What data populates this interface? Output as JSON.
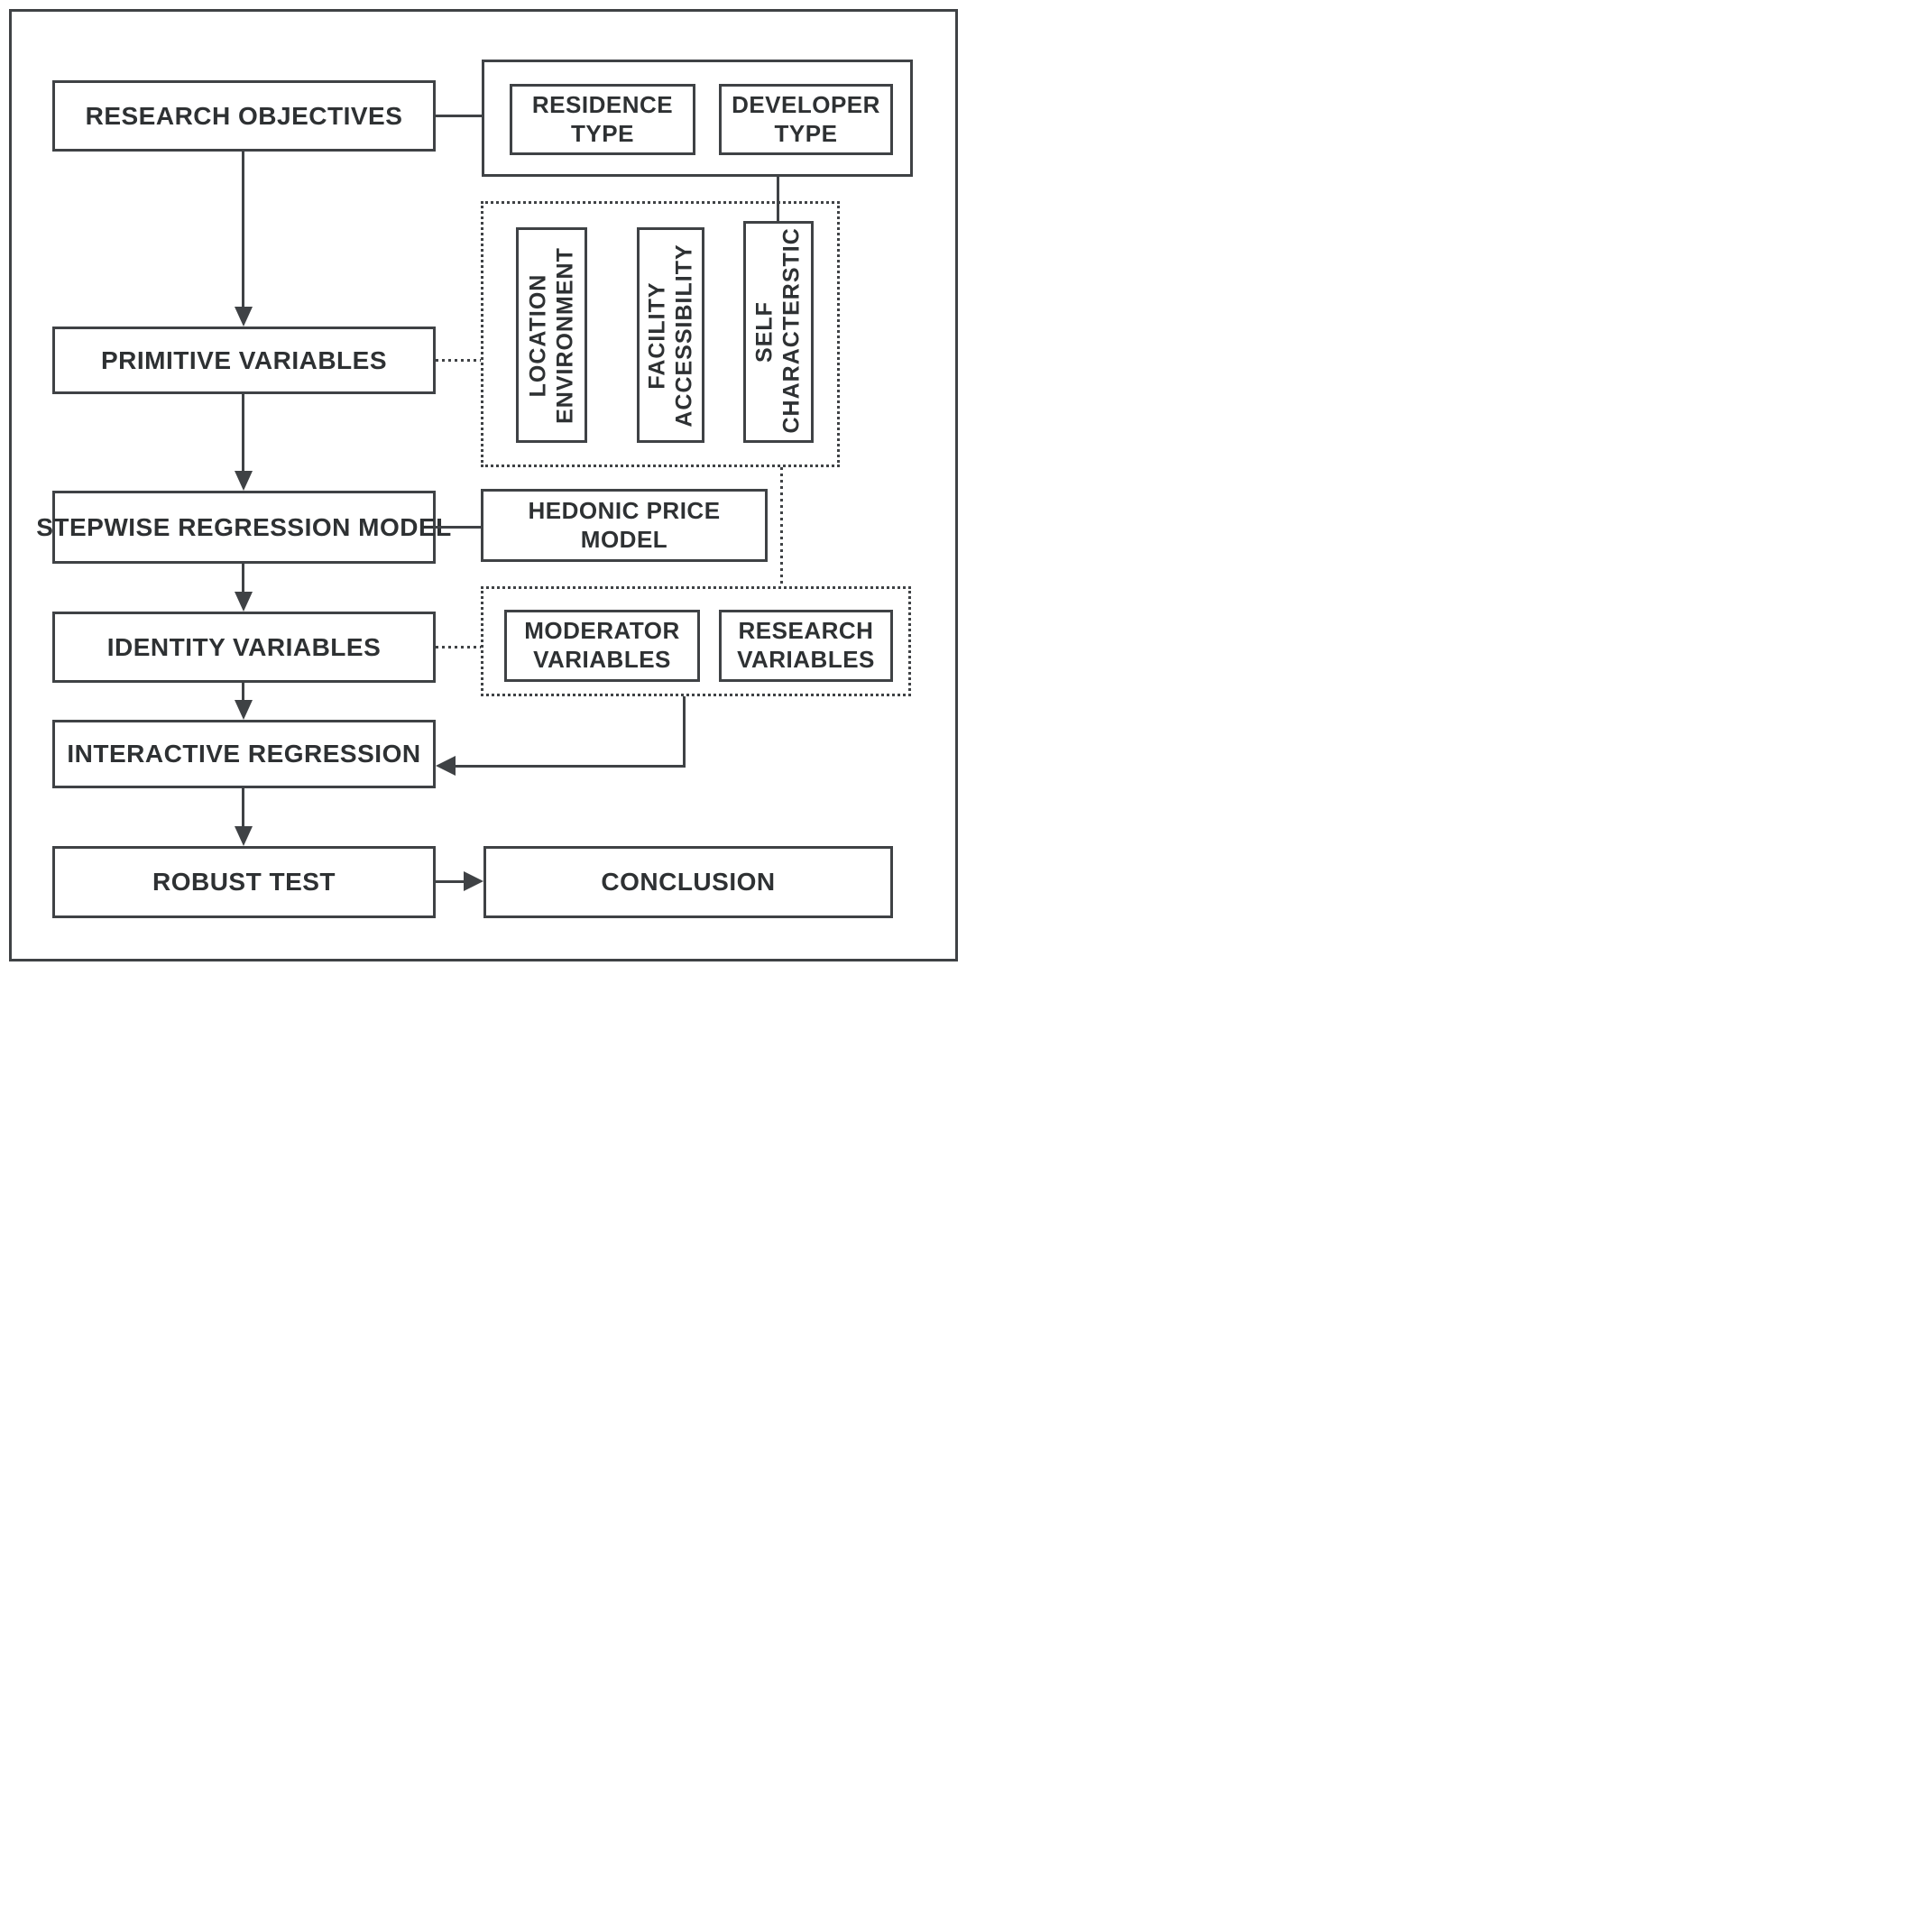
{
  "meta": {
    "background_color": "#ffffff",
    "stroke_color": "#3f4245",
    "text_color": "#2e3133"
  },
  "nodes": {
    "research_objectives": {
      "label": "RESEARCH OBJECTIVES"
    },
    "residence_type": {
      "label": "RESIDENCE TYPE"
    },
    "developer_type": {
      "label": "DEVELOPER TYPE"
    },
    "location_environment": {
      "label": "LOCATION ENVIRONMENT"
    },
    "facility_accessibility": {
      "label": "FACILITY ACCESSIBILITY"
    },
    "self_characterstic": {
      "label": "SELF CHARACTERSTIC"
    },
    "primitive_variables": {
      "label": "PRIMITIVE VARIABLES"
    },
    "stepwise_regression_model": {
      "label": "STEPWISE REGRESSION MODEL"
    },
    "hedonic_price_model": {
      "label": "HEDONIC PRICE MODEL"
    },
    "identity_variables": {
      "label": "IDENTITY VARIABLES"
    },
    "moderator_variables": {
      "label": "MODERATOR VARIABLES"
    },
    "research_variables": {
      "label": "RESEARCH VARIABLES"
    },
    "interactive_regression": {
      "label": "INTERACTIVE REGRESSION"
    },
    "robust_test": {
      "label": "ROBUST TEST"
    },
    "conclusion": {
      "label": "CONCLUSION"
    }
  },
  "edges": [
    {
      "from": "research_objectives",
      "to": "type-group",
      "style": "solid",
      "arrow": false
    },
    {
      "from": "type-group",
      "to": "self_characterstic",
      "style": "solid",
      "arrow": false
    },
    {
      "from": "research_objectives",
      "to": "primitive_variables",
      "style": "solid",
      "arrow": true
    },
    {
      "from": "primitive_variables",
      "to": "characteristics-group",
      "style": "dotted",
      "arrow": false
    },
    {
      "from": "primitive_variables",
      "to": "stepwise_regression_model",
      "style": "solid",
      "arrow": true
    },
    {
      "from": "stepwise_regression_model",
      "to": "hedonic_price_model",
      "style": "solid",
      "arrow": false
    },
    {
      "from": "characteristics-group",
      "to": "variables-group",
      "style": "dotted",
      "arrow": false
    },
    {
      "from": "stepwise_regression_model",
      "to": "identity_variables",
      "style": "solid",
      "arrow": true
    },
    {
      "from": "identity_variables",
      "to": "variables-group",
      "style": "dotted",
      "arrow": false
    },
    {
      "from": "identity_variables",
      "to": "interactive_regression",
      "style": "solid",
      "arrow": true
    },
    {
      "from": "variables-group",
      "to": "interactive_regression",
      "style": "solid",
      "arrow": true
    },
    {
      "from": "interactive_regression",
      "to": "robust_test",
      "style": "solid",
      "arrow": true
    },
    {
      "from": "robust_test",
      "to": "conclusion",
      "style": "solid",
      "arrow": true
    }
  ]
}
